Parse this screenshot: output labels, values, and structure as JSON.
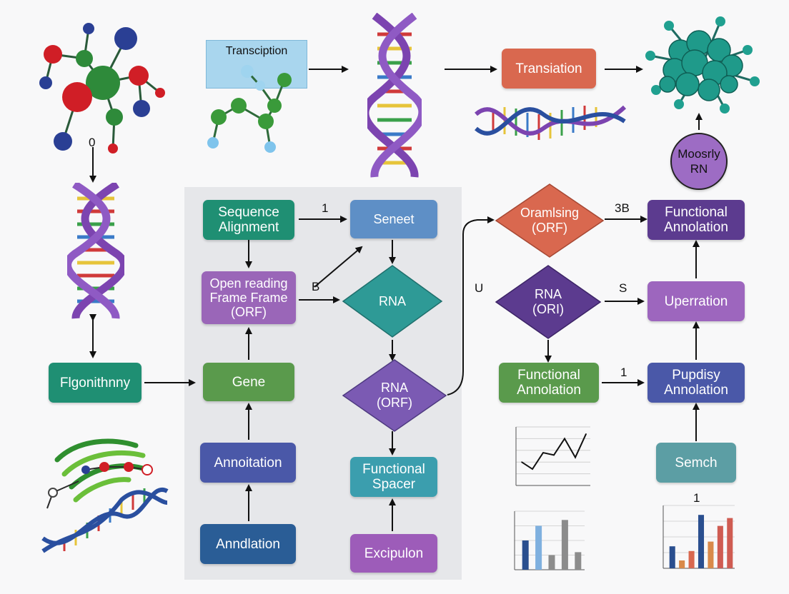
{
  "top": {
    "transcription_label": "Transciption",
    "translation_label": "Transiation",
    "protein_circle_label": "Moosrly\nRN"
  },
  "panel_nodes": {
    "sequence_alignment": "Sequence\nAlignment",
    "seneet": "Seneet",
    "orf_box": "Open reading\nFrame Frame\n(ORF)",
    "rna_diamond": "RNA",
    "gene": "Gene",
    "rna_orf_diamond": "RNA\n(ORF)",
    "annoitation": "Annoitation",
    "functional_spacer": "Functional\nSpacer",
    "anndlation": "Anndlation",
    "excipulon": "Excipulon"
  },
  "left_nodes": {
    "flgonithnny": "Flgonithnny"
  },
  "right_nodes": {
    "oramising_orf": "Oramlsing\n(ORF)",
    "functional_annolation_top": "Functional\nAnnolation",
    "rna_ori": "RNA\n(ORI)",
    "uperration": "Uperration",
    "functional_annolation_mid": "Functional\nAnnolation",
    "pupdisy_annolation": "Pupdisy\nAnnolation",
    "semch": "Semch"
  },
  "step_labels": {
    "zero": "0",
    "one_a": "1",
    "b": "B",
    "u": "U",
    "three_b": "3B",
    "s": "S",
    "one_b": "1",
    "one_c": "1"
  },
  "colors": {
    "teal_green": "#1f8f73",
    "steel_blue": "#5e8fc6",
    "lavender": "#9a66b8",
    "teal": "#2e9a96",
    "green": "#5a9a4c",
    "purple": "#7b5ab3",
    "indigo": "#4a58a8",
    "navy": "#2a5d96",
    "cyan": "#3b9eae",
    "violet": "#9d5cb9",
    "coral": "#d9684f",
    "deep_purple": "#5c3b8f",
    "slate": "#5c90a1",
    "salmon": "#cf5c52"
  },
  "line_chart": {
    "type": "line",
    "x": [
      1,
      2,
      3,
      4,
      5,
      6,
      7
    ],
    "values": [
      20,
      14,
      28,
      26,
      40,
      24,
      44
    ],
    "ylim": [
      0,
      50
    ]
  },
  "bar_chart_left": {
    "type": "bar",
    "values": [
      20,
      30,
      10,
      34,
      12
    ],
    "colors": [
      "#2a4f8f",
      "#7fb0df",
      "#8c8c8c",
      "#8c8c8c",
      "#8c8c8c"
    ],
    "ylim": [
      0,
      40
    ]
  },
  "bar_chart_right": {
    "type": "bar",
    "values": [
      14,
      5,
      11,
      34,
      17,
      27,
      32
    ],
    "colors": [
      "#2a4f8f",
      "#d98a4a",
      "#d9684f",
      "#2a4f8f",
      "#d98a4a",
      "#cf5c52",
      "#cf5c52"
    ],
    "ylim": [
      0,
      40
    ]
  },
  "right_chart_label": "1",
  "icons": [
    "molecule-icon",
    "dna-helix-icon",
    "protein-cluster-icon",
    "dna-strand-icon",
    "rna-fragments-icon"
  ]
}
